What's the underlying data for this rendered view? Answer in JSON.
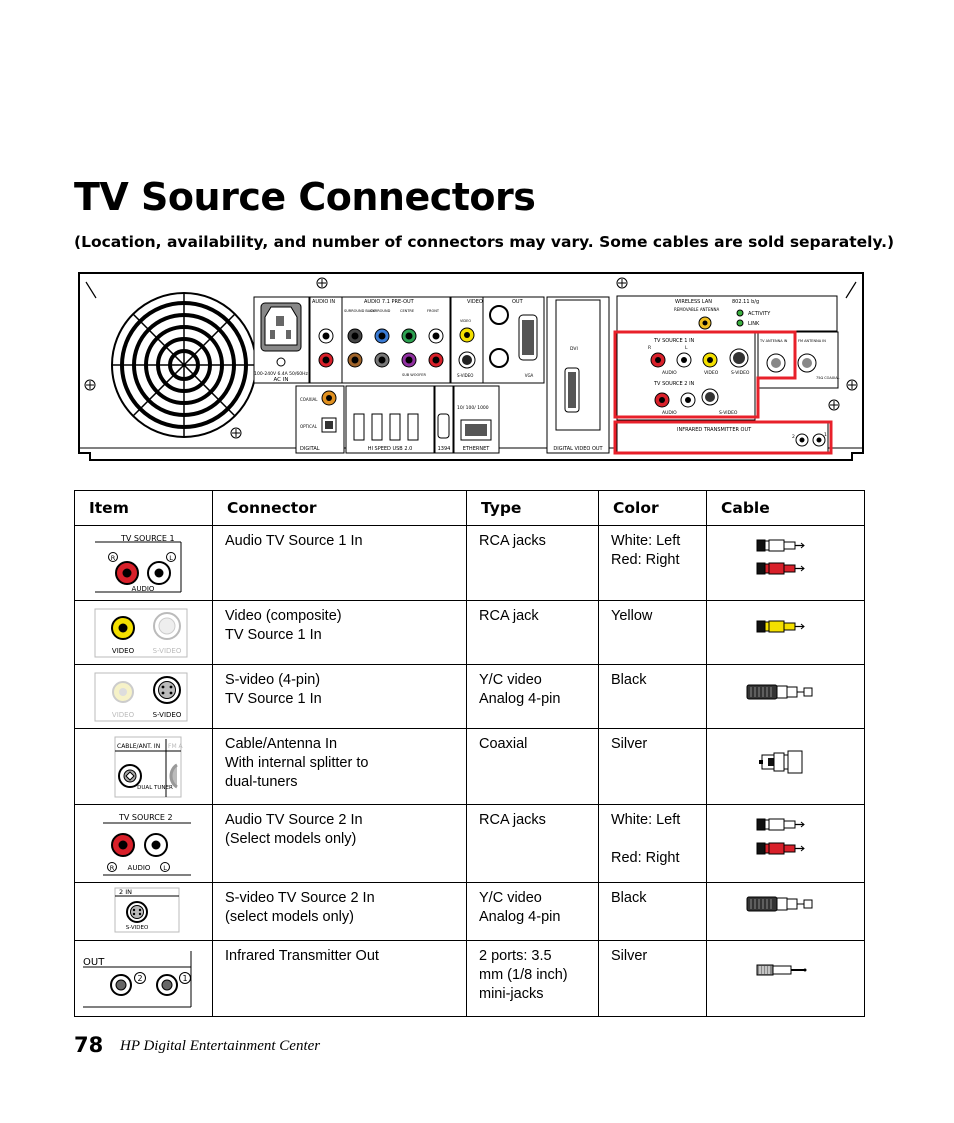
{
  "page": {
    "title": "TV Source Connectors",
    "subtitle": "(Location, availability, and number of connectors may vary. Some cables are sold separately.)",
    "page_number": "78",
    "book_title": "HP Digital Entertainment Center"
  },
  "panel_labels": {
    "ac_in": "AC IN",
    "voltage": "100-240V 6.4A 50/60Hz",
    "audio_in": "AUDIO IN",
    "audio_71": "AUDIO 7.1 PRE-OUT",
    "surround_back": "SURROUND BACK",
    "surround": "SURROUND",
    "centre": "CENTRE",
    "front": "FRONT",
    "sub_woofer": "SUB WOOFER",
    "video": "VIDEO",
    "out": "OUT",
    "s_video": "S-VIDEO",
    "vga": "VGA",
    "dvi": "DVI",
    "digital_video_out": "DIGITAL VIDEO OUT",
    "coaxial": "COAXIAL",
    "optical": "OPTICAL",
    "digital": "DIGITAL",
    "usb": "HI SPEED USB 2.0",
    "fw": "1394",
    "ethernet": "ETHERNET",
    "speed": "10/ 100/ 1000",
    "wireless_lan": "WIRELESS LAN",
    "wlan_std": "802.11 b/g",
    "removable_antenna": "REMOVABLE ANTENNA",
    "activity": "ACTIVITY",
    "link": "LINK",
    "tv_source_1_in": "TV SOURCE   1   IN",
    "tv_source_2_in": "TV SOURCE   2   IN",
    "audio": "AUDIO",
    "tv_antenna_in": "TV ANTENNA IN",
    "fm_antenna_in": "FM ANTENNA IN",
    "dual_tuner": "DUAL TUNER",
    "coaxial_75": "75Ω COAXIAL",
    "ir_out": "INFRARED TRANSMITTER OUT",
    "r": "R",
    "l": "L",
    "n1": "1",
    "n2": "2"
  },
  "table": {
    "headers": [
      "Item",
      "Connector",
      "Type",
      "Color",
      "Cable"
    ],
    "rows": [
      {
        "connector": "Audio TV Source 1 In",
        "type": "RCA jacks",
        "color": "White: Left\nRed: Right"
      },
      {
        "connector": "Video (composite)\nTV Source 1 In",
        "type": "RCA jack",
        "color": "Yellow"
      },
      {
        "connector": "S-video (4-pin)\nTV Source 1 In",
        "type": "Y/C video\nAnalog 4-pin",
        "color": "Black"
      },
      {
        "connector": "Cable/Antenna In\nWith internal splitter to\ndual-tuners",
        "type": "Coaxial",
        "color": "Silver"
      },
      {
        "connector": "Audio TV Source 2 In\n(Select models only)",
        "type": "RCA jacks",
        "color": "White: Left\n\nRed: Right"
      },
      {
        "connector": "S-video TV Source 2 In\n(select models only)",
        "type": "Y/C video\nAnalog 4-pin",
        "color": "Black"
      },
      {
        "connector": "Infrared Transmitter Out",
        "type": "2 ports: 3.5\nmm (1/8 inch)\nmini-jacks",
        "color": "Silver"
      }
    ]
  },
  "item_labels": {
    "tv_source_1": "TV SOURCE    1",
    "tv_source_2": "TV SOURCE    2",
    "audio": "AUDIO",
    "video": "VIDEO",
    "s_video": "S-VIDEO",
    "cable_ant_in": "CABLE/ANT. IN",
    "fm": "FM A",
    "dual_tuner": "DUAL TUNER",
    "two_in": "2   IN",
    "out": "OUT",
    "r": "R",
    "l": "L",
    "n1": "1",
    "n2": "2"
  },
  "colors": {
    "highlight": "#e8202a",
    "rca_red": "#d8202a",
    "rca_yellow": "#f4e000",
    "rca_white": "#ffffff"
  }
}
